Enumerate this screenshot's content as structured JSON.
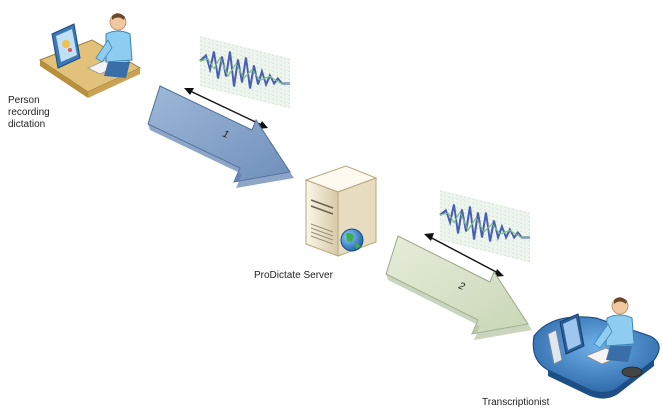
{
  "labels": {
    "person": "Person\nrecording\ndictation",
    "server": "ProDictate Server",
    "transcriptionist": "Transcriptionist"
  },
  "steps": {
    "step1": "1",
    "step2": "2"
  },
  "colors": {
    "arrow1_fill": "#7f9dc4",
    "arrow1_edge": "#4f6f9d",
    "arrow2_fill": "#d8e2c9",
    "arrow2_edge": "#9aa88a",
    "desk_blue": "#3a78b8",
    "server_beige": "#f0e6cf",
    "wave_blue": "#4a5fb0",
    "wave_green": "#8fc49a"
  },
  "icons": [
    "person-at-desk-icon",
    "server-icon",
    "globe-icon",
    "waveform-icon",
    "transcriptionist-workstation-icon"
  ]
}
